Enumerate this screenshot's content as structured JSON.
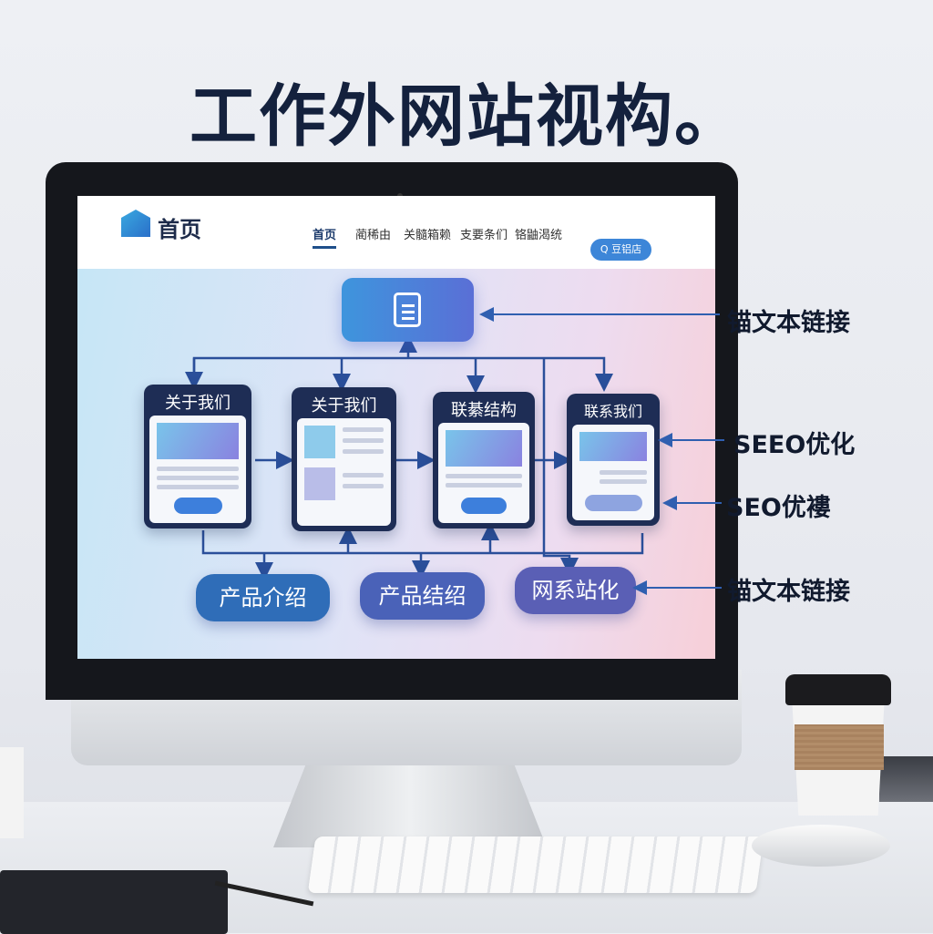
{
  "headline": "工作外网站视构。",
  "website": {
    "logo_text": "首页",
    "nav": [
      "首页",
      "蔺稀由",
      "关髓箱赖",
      "支要条们",
      "铬鼬渴统"
    ],
    "search_label": "Q 豆铝店",
    "top_node_icon": "document-icon",
    "cards": [
      {
        "title": "关于我们"
      },
      {
        "title": "关于我们"
      },
      {
        "title": "联綦结构"
      },
      {
        "title": "联系我们"
      }
    ],
    "pills": [
      {
        "label": "产品介绍",
        "color": "#2f6db8"
      },
      {
        "label": "产品结绍",
        "color": "#4a62b8"
      },
      {
        "label": "网系站化",
        "color": "#5a5fb5"
      }
    ]
  },
  "side_labels": [
    "锚文本链接",
    "SEEO优化",
    "SEO优褸",
    "锚文本链接"
  ],
  "colors": {
    "accent": "#3d86d8",
    "card_header": "#1e2d55",
    "title": "#14213d"
  }
}
